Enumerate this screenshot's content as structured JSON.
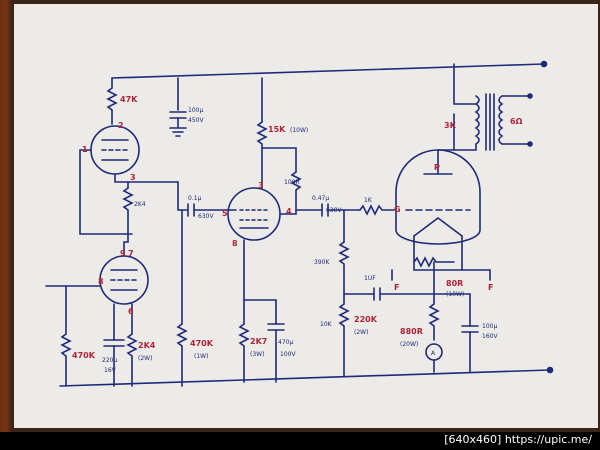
{
  "footer": {
    "text": "[640x460] https://upic.me/"
  },
  "labels": {
    "r47k": "47K",
    "c100": "100µ",
    "c100v": "450V",
    "r15k": "15K",
    "r15kw": "(10W)",
    "r100r": "100R",
    "pin1": "1",
    "pin2": "2",
    "pin3": "3",
    "pinTop3": "3",
    "pin4": "4",
    "pin5": "5",
    "pin6": "6",
    "pin7": "7",
    "pin8": "8",
    "pin8b": "8",
    "pin9": "9",
    "c01": "0.1µ",
    "c01v": "630V",
    "r2k4a": "2K4",
    "c047": "0.47µ",
    "c047v": "630V",
    "r1k": "1K",
    "gG": "G",
    "pP": "P",
    "r390k": "390K",
    "c1uf": "1UF",
    "r80r": "80R",
    "r80rw": "(10W)",
    "fF1": "F",
    "fF2": "F",
    "r10k": "10K",
    "r220k": "220K",
    "r220kw": "(2W)",
    "r880r": "880R",
    "r880rw": "(20W)",
    "c100b": "100µ",
    "c100bv": "160V",
    "r470ka": "470K",
    "r470kb": "470K",
    "r470kbw": "(1W)",
    "c220": "220µ",
    "c220v": "16V",
    "r2k4b": "2K4",
    "r2k4bw": "(2W)",
    "r2k7": "2K7",
    "r2k7w": "(3W)",
    "c470": "470µ",
    "c470v": "100V",
    "t3k": "3K",
    "t6": "6Ω",
    "meter": "A"
  }
}
